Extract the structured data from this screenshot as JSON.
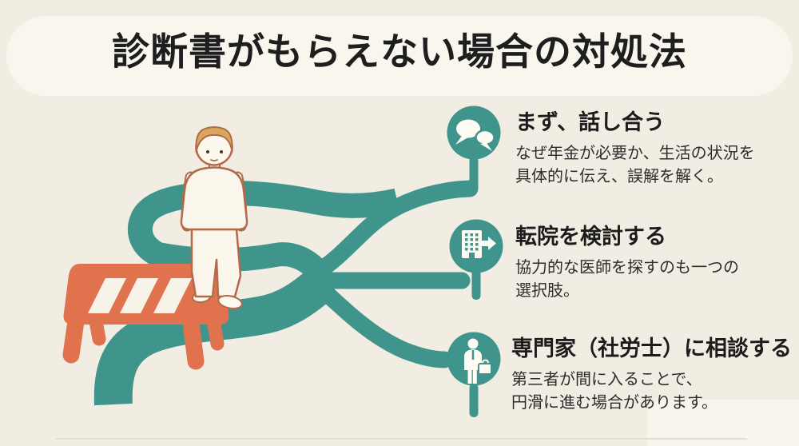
{
  "title": "診断書がもらえない場合の対処法",
  "options": [
    {
      "icon": "speech-bubbles-icon",
      "heading": "まず、話し合う",
      "body_lines": [
        "なぜ年金が必要か、生活の状況を",
        "具体的に伝え、誤解を解く。"
      ]
    },
    {
      "icon": "hospital-transfer-icon",
      "heading": "転院を検討する",
      "body_lines": [
        "協力的な医師を探すのも一つの",
        "選択肢。"
      ]
    },
    {
      "icon": "consultant-icon",
      "heading": "専門家（社労士）に相談する",
      "body_lines": [
        "第三者が間に入ることで、",
        "円滑に進む場合があります。"
      ]
    }
  ],
  "illustration": {
    "scene": "person standing before a road barricade, road branching into three signposted options",
    "elements": [
      "standing-person",
      "road-barricade",
      "branching-road",
      "signpost-circles"
    ]
  },
  "colors": {
    "background": "#f1ede2",
    "title_band": "#f9f6ed",
    "road_teal": "#3f948b",
    "barricade_orange": "#e0734e",
    "outline_brown": "#b26a4b",
    "hair_tan": "#d8a75c",
    "text_dark": "#1c1c1c"
  }
}
